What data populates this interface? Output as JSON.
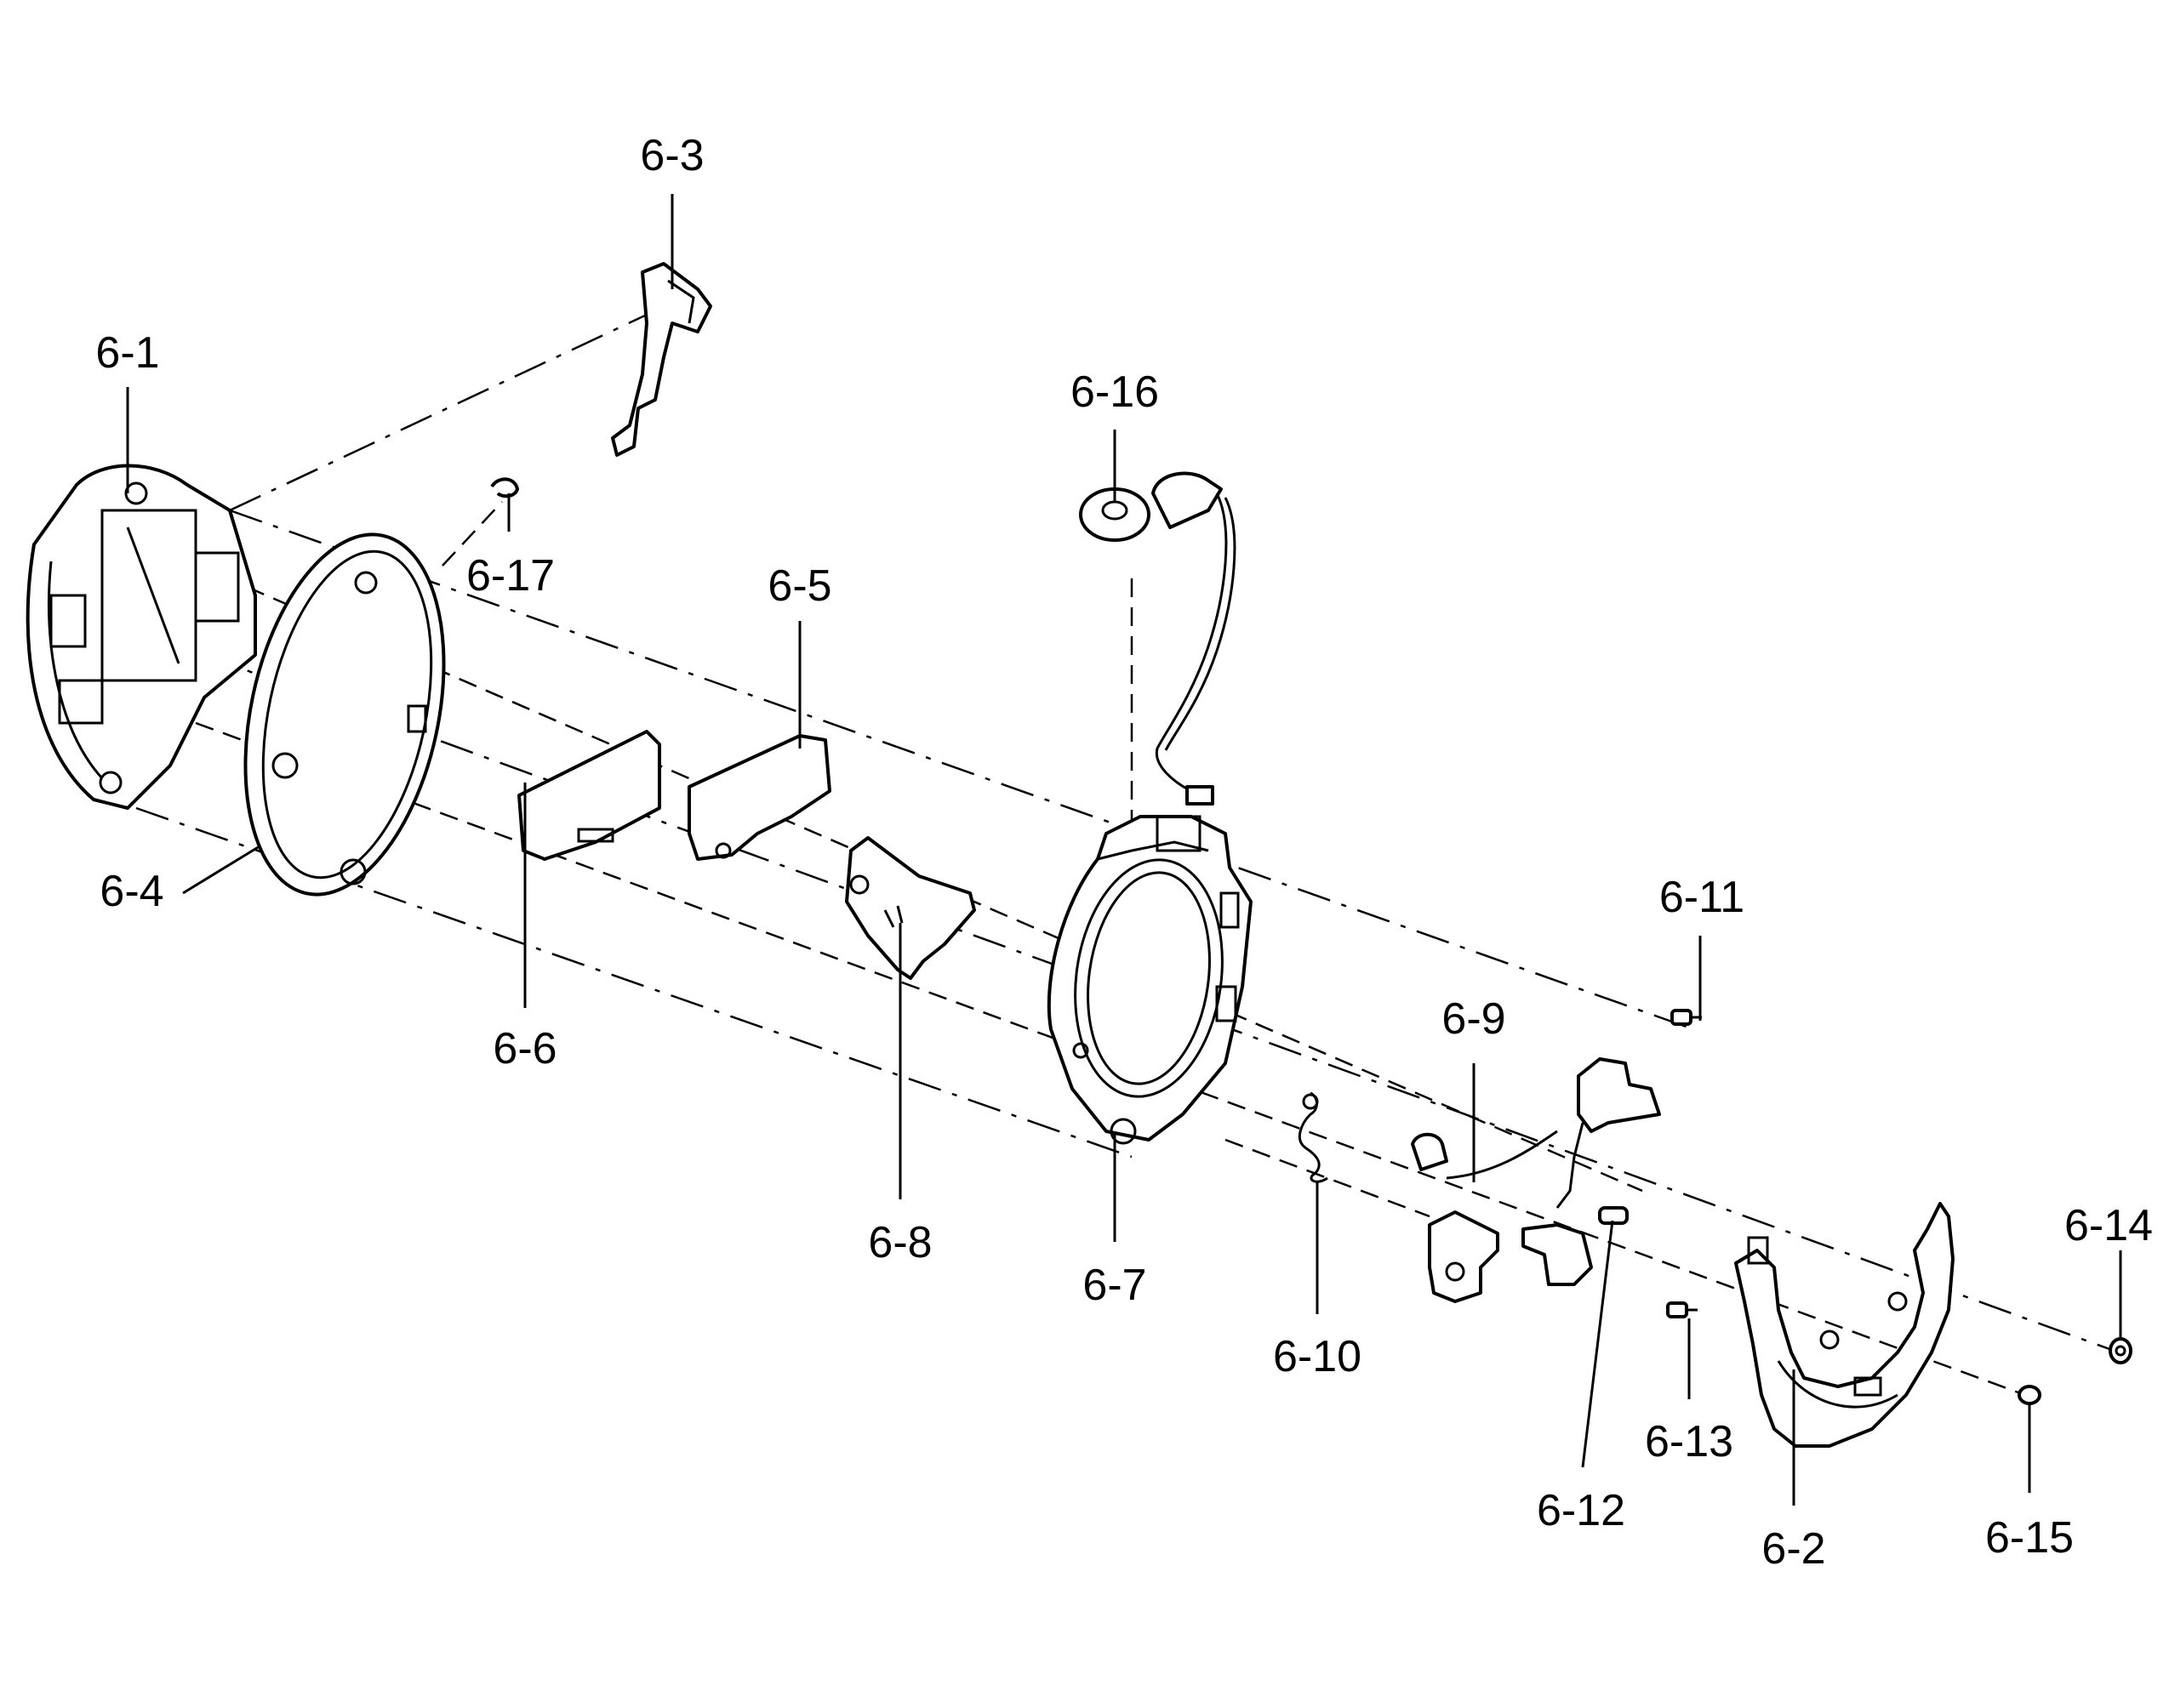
{
  "diagram": {
    "labels": {
      "l_6_1": "6-1",
      "l_6_2": "6-2",
      "l_6_3": "6-3",
      "l_6_4": "6-4",
      "l_6_5": "6-5",
      "l_6_6": "6-6",
      "l_6_7": "6-7",
      "l_6_8": "6-8",
      "l_6_9": "6-9",
      "l_6_10": "6-10",
      "l_6_11": "6-11",
      "l_6_12": "6-12",
      "l_6_13": "6-13",
      "l_6_14": "6-14",
      "l_6_15": "6-15",
      "l_6_16": "6-16",
      "l_6_17": "6-17"
    }
  }
}
